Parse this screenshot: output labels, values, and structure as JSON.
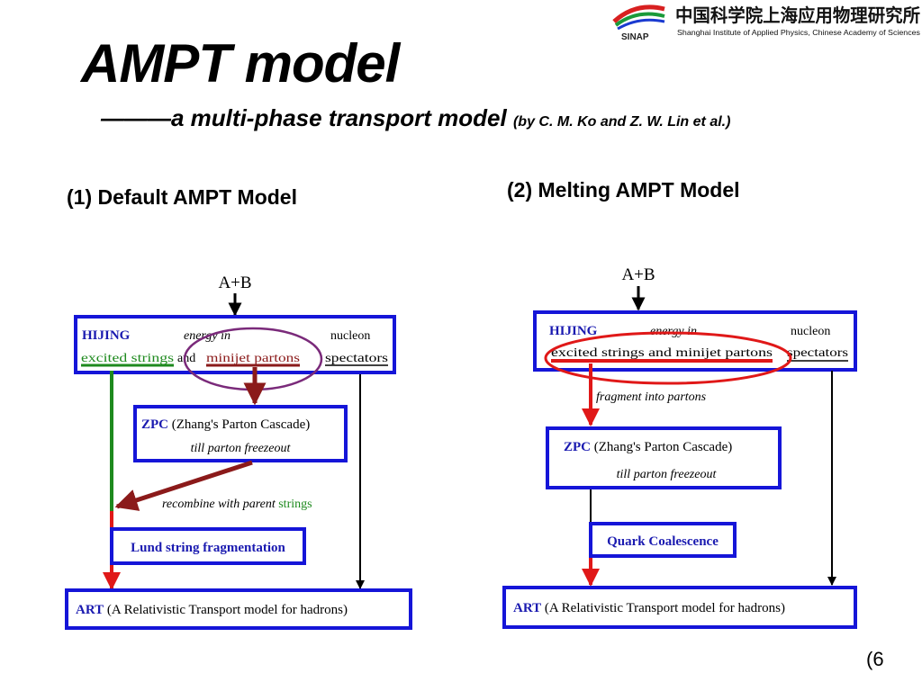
{
  "slide": {
    "title": "AMPT model",
    "subtitle_dash": "———",
    "subtitle_main": "a multi-phase transport model",
    "subtitle_by": "(by C. M. Ko and Z. W. Lin et al.)",
    "page_number": "(6"
  },
  "logo": {
    "abbr": "SINAP",
    "chinese_name": "中国科学院上海应用物理研究所",
    "english_name": "Shanghai Institute of Applied Physics, Chinese Academy of Sciences"
  },
  "colors": {
    "box_border": "#1515d8",
    "box_text": "#1a1ab0",
    "green": "#1e8a1e",
    "red": "#e01818",
    "dark_red": "#8b1a1a",
    "ellipse_left": "#7a2a7a",
    "ellipse_right": "#e01818"
  },
  "default_model": {
    "heading": "(1) Default AMPT Model",
    "input": "A+B",
    "hijing": {
      "name": "HIJING",
      "energy": "energy in",
      "nucleon": "nucleon",
      "excited": "excited strings",
      "and": "and",
      "minijet": "minijet partons",
      "spectators": "spectators"
    },
    "zpc": {
      "name": "ZPC",
      "full": "(Zhang's Parton Cascade)",
      "line2": "till parton freezeout"
    },
    "recombine": {
      "text": "recombine with parent",
      "strings": "strings"
    },
    "lund": "Lund string fragmentation",
    "art": {
      "name": "ART",
      "full": "(A Relativistic Transport model for hadrons)"
    }
  },
  "melting_model": {
    "heading": "(2) Melting AMPT Model",
    "input": "A+B",
    "hijing": {
      "name": "HIJING",
      "energy": "energy in",
      "nucleon": "nucleon",
      "excited_minijet": "excited strings and minijet partons",
      "spectators": "spectators"
    },
    "fragment": "fragment into partons",
    "zpc": {
      "name": "ZPC",
      "full": "(Zhang's Parton Cascade)",
      "line2": "till parton freezeout"
    },
    "quark": "Quark Coalescence",
    "art": {
      "name": "ART",
      "full": "(A Relativistic Transport model for hadrons)"
    }
  }
}
